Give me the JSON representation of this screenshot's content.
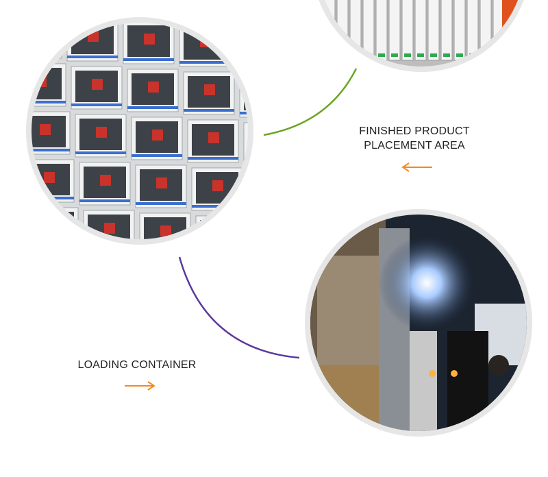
{
  "sections": [
    {
      "label_line1": "FINISHED PRODUCT",
      "label_line2": "PLACEMENT AREA",
      "arrow": "left-arrow-icon"
    },
    {
      "label_line1": "LOADING CONTAINER",
      "arrow": "right-arrow-icon"
    }
  ],
  "colors": {
    "arrow": "#f08a1e",
    "green_curve": "#6aa524",
    "purple_curve": "#5b3a9e",
    "circle_border": "#e6e6e6"
  }
}
